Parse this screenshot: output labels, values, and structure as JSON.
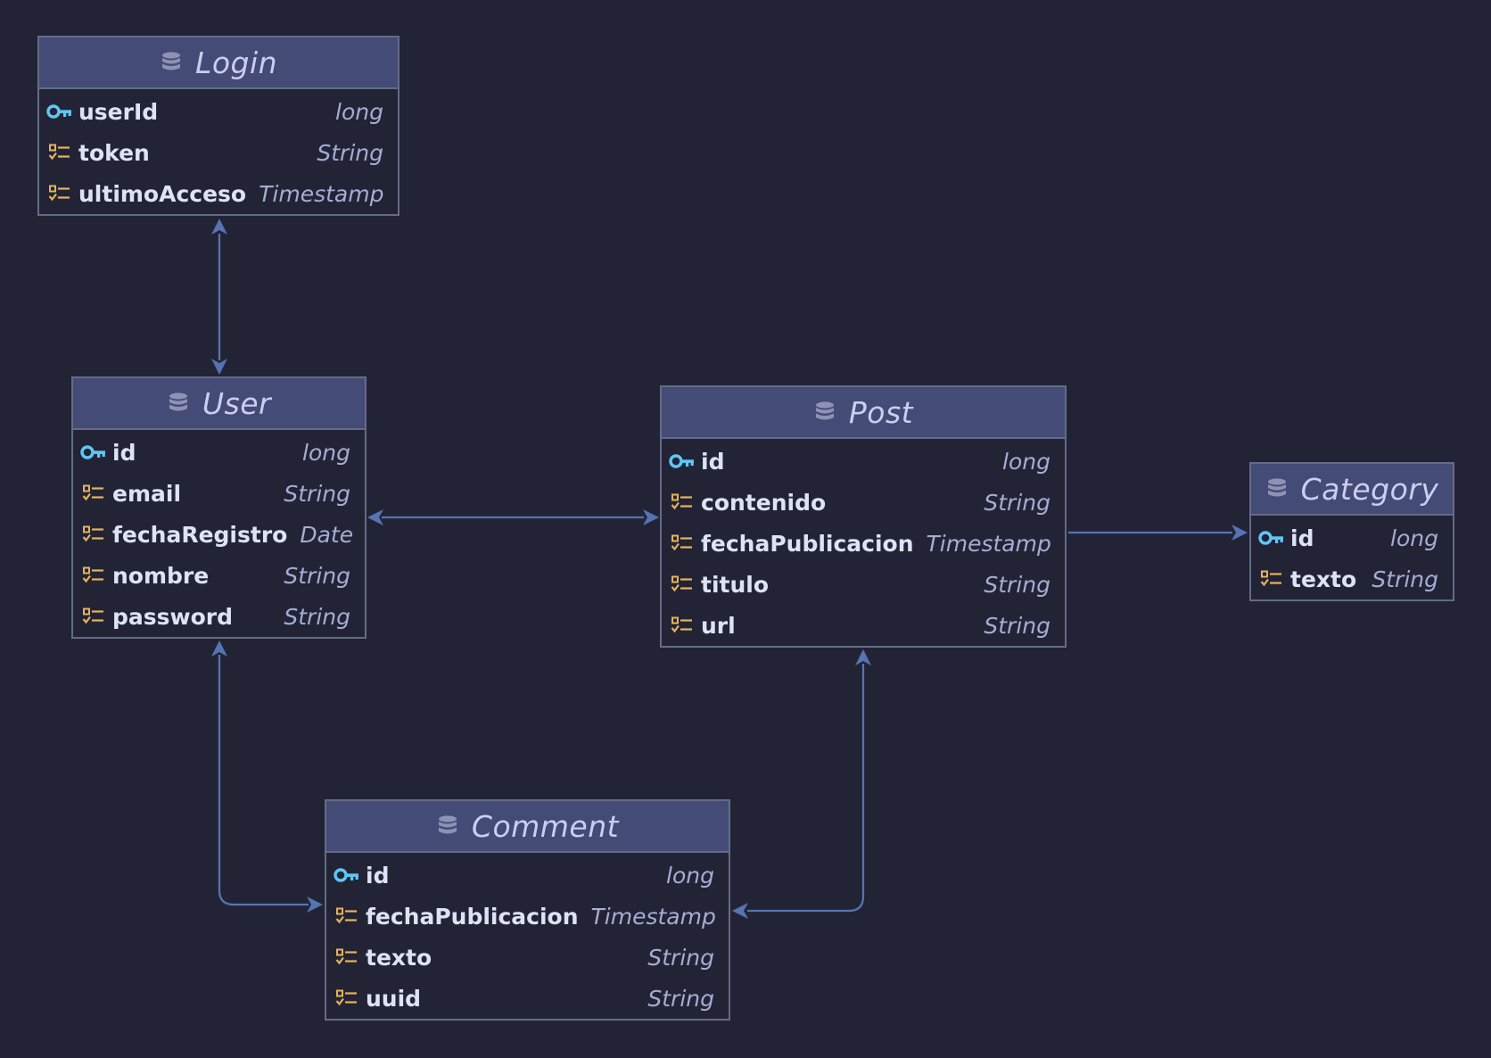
{
  "colors": {
    "background": "#222436",
    "header": "#454b77",
    "border": "#656b87",
    "edge": "#5674b2",
    "key_icon": "#5fc7f5",
    "field_icon": "#e7b35b",
    "db_icon": "#8c93b4"
  },
  "entities": {
    "login": {
      "title": "Login",
      "icon": "database-icon",
      "fields": [
        {
          "name": "userId",
          "type": "long",
          "icon": "key-icon"
        },
        {
          "name": "token",
          "type": "String",
          "icon": "field-icon"
        },
        {
          "name": "ultimoAcceso",
          "type": "Timestamp",
          "icon": "field-icon"
        }
      ]
    },
    "user": {
      "title": "User",
      "icon": "database-icon",
      "fields": [
        {
          "name": "id",
          "type": "long",
          "icon": "key-icon"
        },
        {
          "name": "email",
          "type": "String",
          "icon": "field-icon"
        },
        {
          "name": "fechaRegistro",
          "type": "Date",
          "icon": "field-icon"
        },
        {
          "name": "nombre",
          "type": "String",
          "icon": "field-icon"
        },
        {
          "name": "password",
          "type": "String",
          "icon": "field-icon"
        }
      ]
    },
    "post": {
      "title": "Post",
      "icon": "database-icon",
      "fields": [
        {
          "name": "id",
          "type": "long",
          "icon": "key-icon"
        },
        {
          "name": "contenido",
          "type": "String",
          "icon": "field-icon"
        },
        {
          "name": "fechaPublicacion",
          "type": "Timestamp",
          "icon": "field-icon"
        },
        {
          "name": "titulo",
          "type": "String",
          "icon": "field-icon"
        },
        {
          "name": "url",
          "type": "String",
          "icon": "field-icon"
        }
      ]
    },
    "category": {
      "title": "Category",
      "icon": "database-icon",
      "fields": [
        {
          "name": "id",
          "type": "long",
          "icon": "key-icon"
        },
        {
          "name": "texto",
          "type": "String",
          "icon": "field-icon"
        }
      ]
    },
    "comment": {
      "title": "Comment",
      "icon": "database-icon",
      "fields": [
        {
          "name": "id",
          "type": "long",
          "icon": "key-icon"
        },
        {
          "name": "fechaPublicacion",
          "type": "Timestamp",
          "icon": "field-icon"
        },
        {
          "name": "texto",
          "type": "String",
          "icon": "field-icon"
        },
        {
          "name": "uuid",
          "type": "String",
          "icon": "field-icon"
        }
      ]
    }
  },
  "relations": [
    {
      "from": "Login",
      "to": "User",
      "arrows": "both"
    },
    {
      "from": "User",
      "to": "Post",
      "arrows": "both"
    },
    {
      "from": "Post",
      "to": "Category",
      "arrows": "end"
    },
    {
      "from": "User",
      "to": "Comment",
      "arrows": "both"
    },
    {
      "from": "Post",
      "to": "Comment",
      "arrows": "both"
    }
  ]
}
